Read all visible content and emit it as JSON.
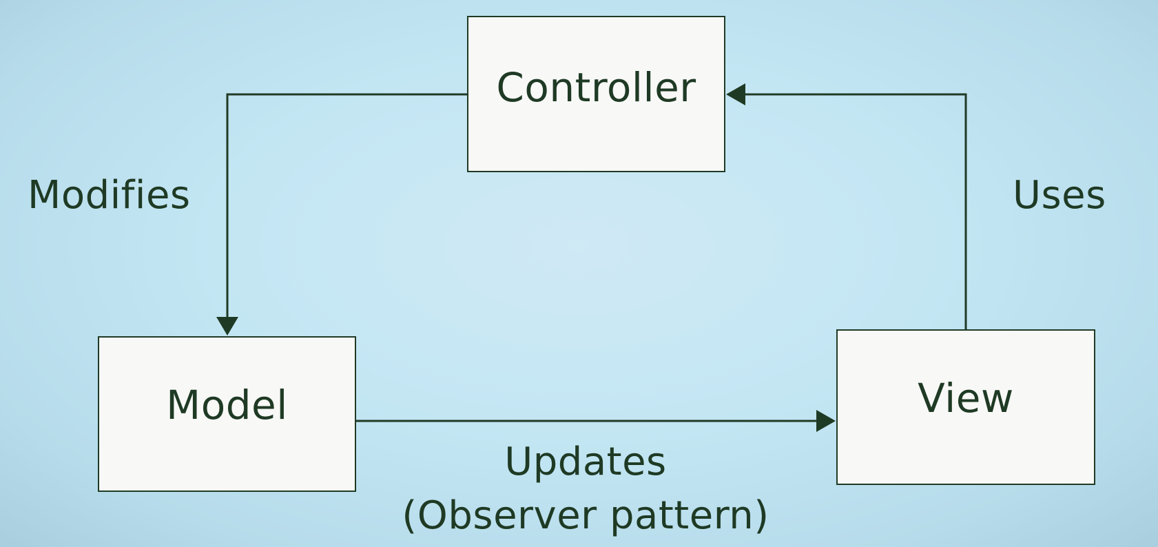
{
  "diagram": {
    "nodes": {
      "controller": "Controller",
      "model": "Model",
      "view": "View"
    },
    "edges": {
      "modifies": "Modifies",
      "uses": "Uses",
      "updates_line1": "Updates",
      "updates_line2": "(Observer pattern)"
    },
    "colors": {
      "background": "#c3e6f3",
      "box_fill": "#f8f8f7",
      "stroke": "#1f3a24"
    }
  }
}
